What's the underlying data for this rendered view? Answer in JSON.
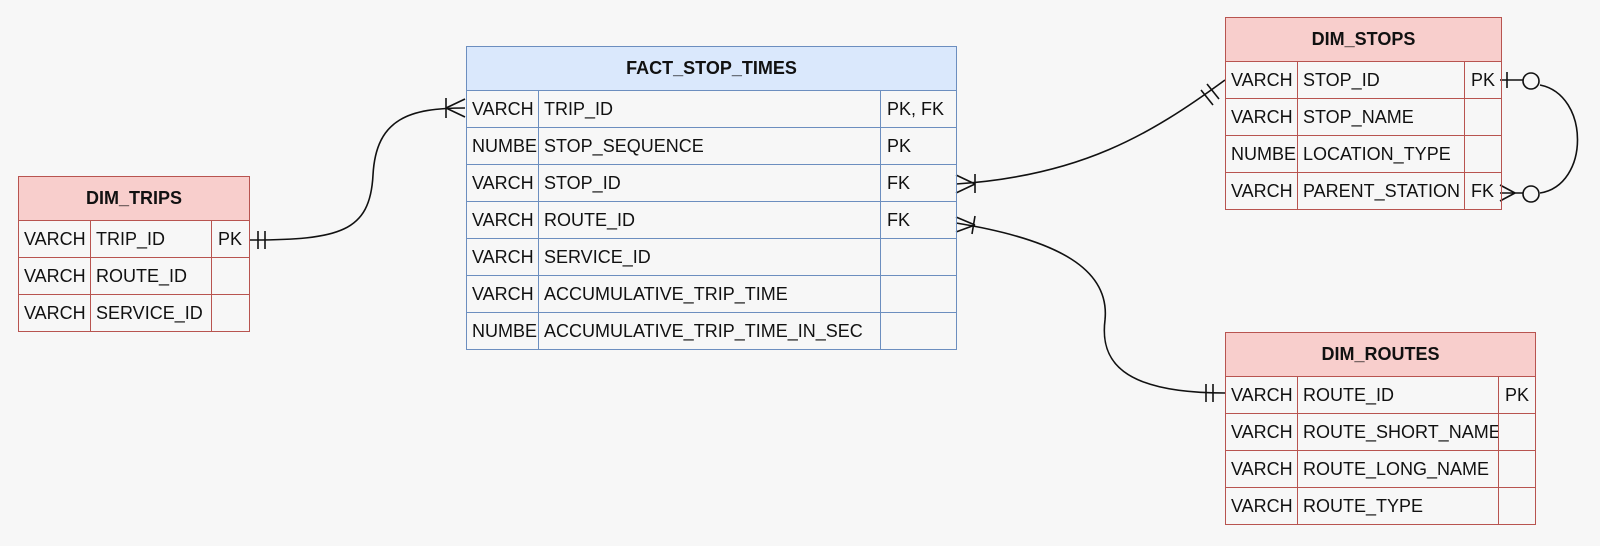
{
  "entities": {
    "fact_stop_times": {
      "title": "FACT_STOP_TIMES",
      "rows": [
        {
          "type": "VARCH",
          "name": "TRIP_ID",
          "key": "PK, FK"
        },
        {
          "type": "NUMBE",
          "name": "STOP_SEQUENCE",
          "key": "PK"
        },
        {
          "type": "VARCH",
          "name": "STOP_ID",
          "key": "FK"
        },
        {
          "type": "VARCH",
          "name": "ROUTE_ID",
          "key": "FK"
        },
        {
          "type": "VARCH",
          "name": "SERVICE_ID",
          "key": ""
        },
        {
          "type": "VARCH",
          "name": "ACCUMULATIVE_TRIP_TIME",
          "key": ""
        },
        {
          "type": "NUMBE",
          "name": "ACCUMULATIVE_TRIP_TIME_IN_SEC",
          "key": ""
        }
      ]
    },
    "dim_trips": {
      "title": "DIM_TRIPS",
      "rows": [
        {
          "type": "VARCH",
          "name": "TRIP_ID",
          "key": "PK"
        },
        {
          "type": "VARCH",
          "name": "ROUTE_ID",
          "key": ""
        },
        {
          "type": "VARCH",
          "name": "SERVICE_ID",
          "key": ""
        }
      ]
    },
    "dim_stops": {
      "title": "DIM_STOPS",
      "rows": [
        {
          "type": "VARCH",
          "name": "STOP_ID",
          "key": "PK"
        },
        {
          "type": "VARCH",
          "name": "STOP_NAME",
          "key": ""
        },
        {
          "type": "NUMBE",
          "name": "LOCATION_TYPE",
          "key": ""
        },
        {
          "type": "VARCH",
          "name": "PARENT_STATION",
          "key": "FK"
        }
      ]
    },
    "dim_routes": {
      "title": "DIM_ROUTES",
      "rows": [
        {
          "type": "VARCH",
          "name": "ROUTE_ID",
          "key": "PK"
        },
        {
          "type": "VARCH",
          "name": "ROUTE_SHORT_NAME",
          "key": ""
        },
        {
          "type": "VARCH",
          "name": "ROUTE_LONG_NAME",
          "key": ""
        },
        {
          "type": "VARCH",
          "name": "ROUTE_TYPE",
          "key": ""
        }
      ]
    }
  },
  "relationships": [
    {
      "from": "dim_trips.TRIP_ID",
      "to": "fact_stop_times.TRIP_ID",
      "from_card": "one-mandatory",
      "to_card": "many-mandatory"
    },
    {
      "from": "dim_stops.STOP_ID",
      "to": "fact_stop_times.STOP_ID",
      "from_card": "one-mandatory",
      "to_card": "many-mandatory"
    },
    {
      "from": "dim_routes.ROUTE_ID",
      "to": "fact_stop_times.ROUTE_ID",
      "from_card": "one-mandatory",
      "to_card": "many-mandatory"
    },
    {
      "from": "dim_stops.STOP_ID",
      "to": "dim_stops.PARENT_STATION",
      "from_card": "one-optional",
      "to_card": "many-optional"
    }
  ],
  "colors": {
    "dim_fill": "#f8cecc",
    "dim_stroke": "#b85450",
    "fact_fill": "#dae8fc",
    "fact_stroke": "#6c8ebf",
    "line": "#111111",
    "background": "#f7f7f7"
  }
}
